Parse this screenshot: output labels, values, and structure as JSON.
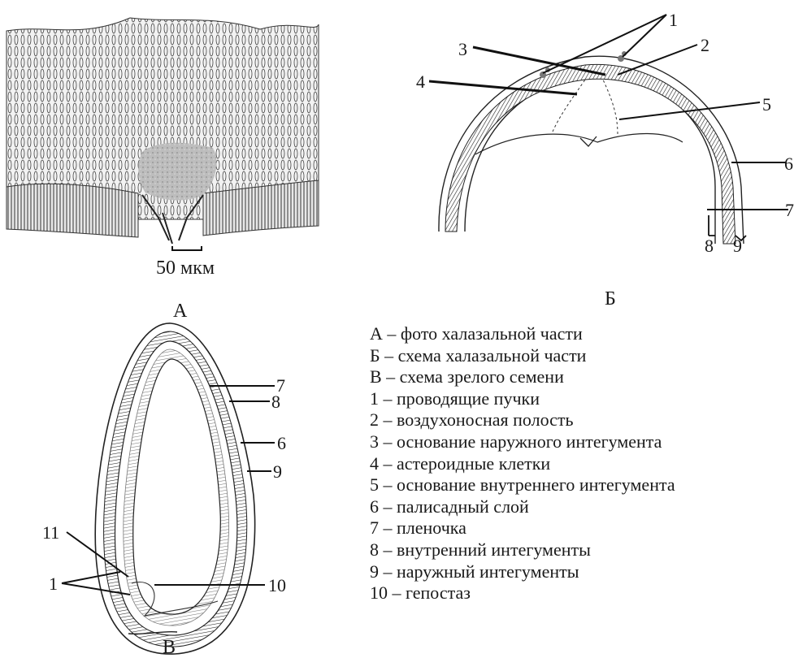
{
  "panel_a": {
    "letter": "А",
    "scale_bar_label": "50 мкм"
  },
  "panel_b": {
    "letter": "Б",
    "callouts": [
      "1",
      "2",
      "3",
      "4",
      "5",
      "6",
      "7",
      "8",
      "9"
    ]
  },
  "panel_c": {
    "letter": "В",
    "callouts": [
      "7",
      "8",
      "6",
      "9",
      "11",
      "1",
      "10"
    ]
  },
  "legend": [
    "А – фото халазальной части",
    "Б – схема халазальной части",
    "В – схема зрелого семени",
    "1 – проводящие пучки",
    "2 – воздухоносная полость",
    "3 – основание наружного интегумента",
    "4 – астероидные клетки",
    "5 – основание внутреннего интегумента",
    "6 – палисадный слой",
    "7 – пленочка",
    "8 – внутренний интегументы",
    "9 – наружный интегументы",
    "10 – гепостаз"
  ]
}
